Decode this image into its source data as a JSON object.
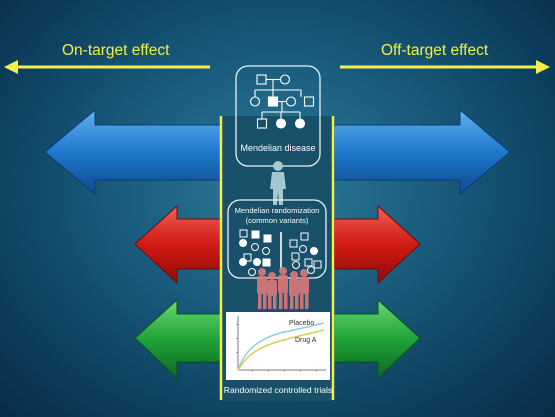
{
  "labels": {
    "on_target": "On-target effect",
    "off_target": "Off-target effect",
    "mendelian_disease": "Mendelian disease",
    "mr_line1": "Mendelian randomization",
    "mr_line2": "(common variants)",
    "rct": "Randomized controlled trials"
  },
  "chart_data": {
    "type": "line",
    "series": [
      {
        "name": "Placebo"
      },
      {
        "name": "Drug A"
      }
    ]
  },
  "colors": {
    "yellow": "#f2ef4a",
    "blue": "#1b73c7",
    "red": "#d11a14",
    "green": "#1fa33a"
  }
}
